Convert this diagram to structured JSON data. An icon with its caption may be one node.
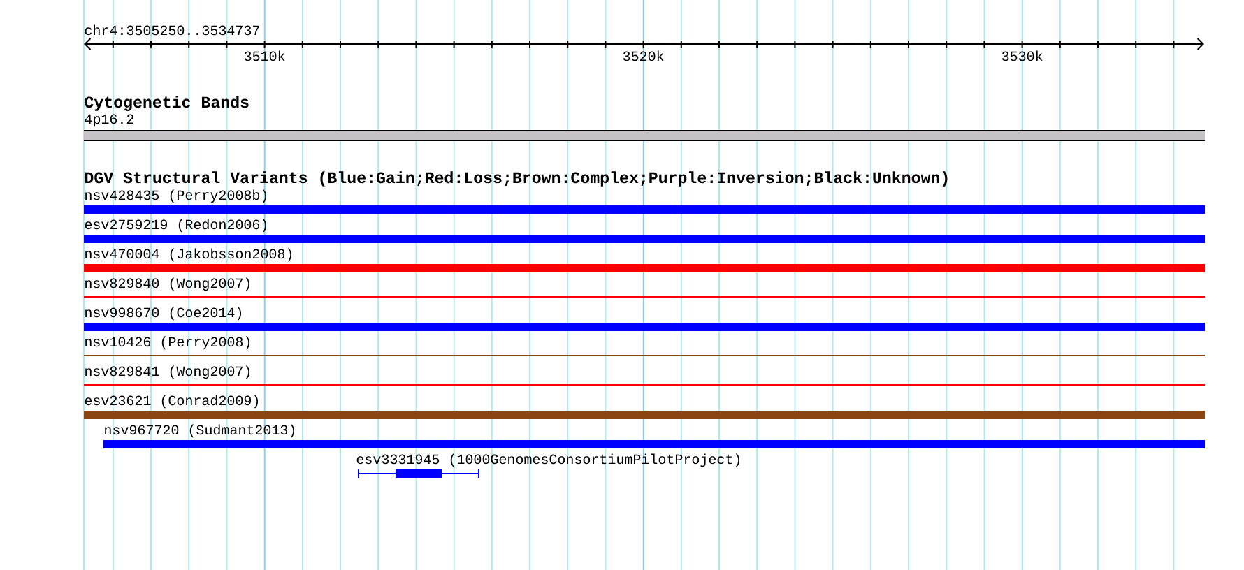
{
  "diagram": {
    "labels": [
      "chr4:3505250..3534737",
      "3510k",
      "3520k",
      "3530k",
      "Cytogenetic Bands",
      "4p16.2",
      "DGV Structural Variants (Blue:Gain;Red:Loss;Brown:Complex;Purple:Inversion;Black:Unknown)",
      "nsv428435 (Perry2008b)",
      "esv2759219 (Redon2006)",
      "nsv470004 (Jakobsson2008)",
      "nsv829840 (Wong2007)",
      "nsv998670 (Coe2014)",
      "nsv10426 (Perry2008)",
      "nsv829841 (Wong2007)",
      "esv23621 (Conrad2009)",
      "nsv967720 (Sudmant2013)",
      "esv3331945 (1000GenomesConsortiumPilotProject)"
    ]
  }
}
